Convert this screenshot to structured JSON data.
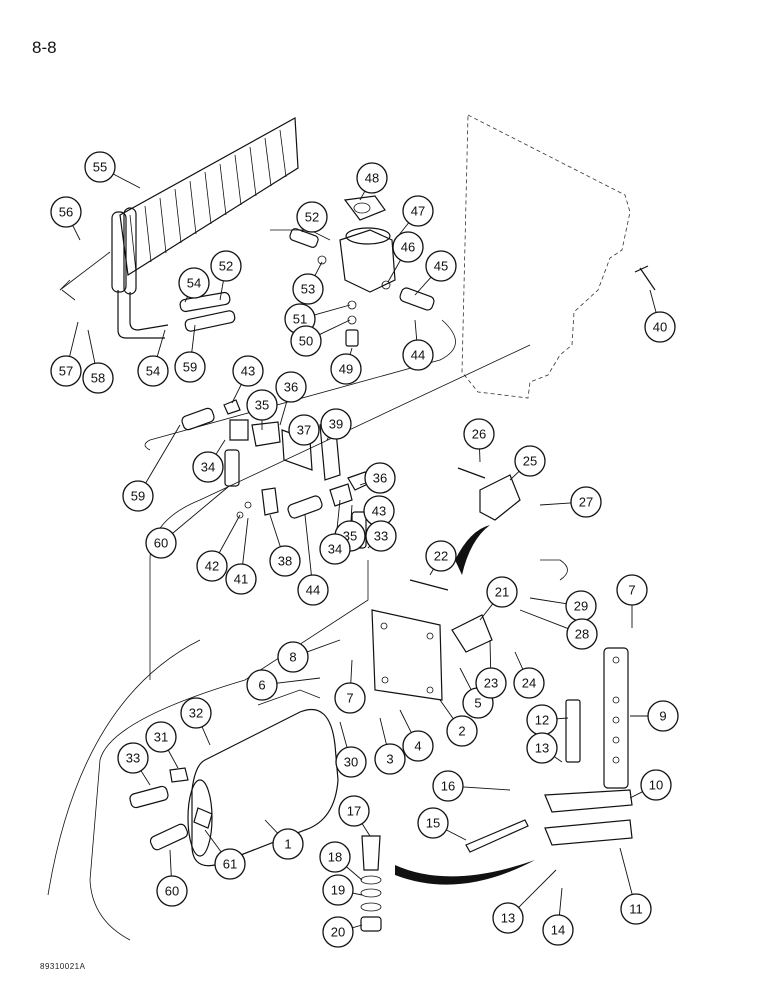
{
  "page_number": "8-8",
  "figure_code": "89310021A",
  "callouts": [
    "55",
    "56",
    "57",
    "58",
    "54",
    "54",
    "59",
    "52",
    "52",
    "53",
    "48",
    "47",
    "46",
    "45",
    "51",
    "50",
    "49",
    "44",
    "40",
    "43",
    "36",
    "35",
    "37",
    "39",
    "34",
    "59",
    "60",
    "42",
    "41",
    "38",
    "44",
    "36",
    "35",
    "43",
    "34",
    "33",
    "26",
    "25",
    "27",
    "22",
    "21",
    "29",
    "28",
    "7",
    "8",
    "6",
    "7",
    "5",
    "23",
    "24",
    "9",
    "3",
    "4",
    "2",
    "12",
    "32",
    "31",
    "30",
    "13",
    "16",
    "10",
    "33",
    "1",
    "17",
    "15",
    "18",
    "19",
    "20",
    "61",
    "60",
    "13",
    "14",
    "11"
  ]
}
